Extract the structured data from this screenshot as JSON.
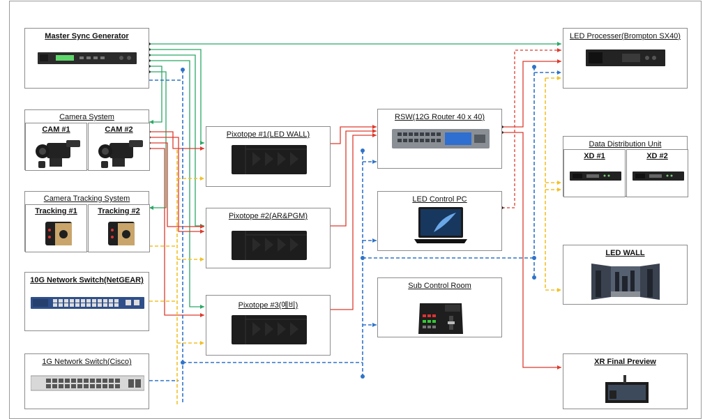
{
  "colors": {
    "green": "#2aa866",
    "red": "#dd3b2e",
    "blue": "#2f73c9",
    "yellow": "#f2c129",
    "box_border": "#8c8c8c"
  },
  "nodes": {
    "master_sync": "Master Sync Generator",
    "camera_system": "Camera System",
    "cam1": "CAM #1",
    "cam2": "CAM #2",
    "camera_tracking": "Camera Tracking System",
    "tracking1": "Tracking #1",
    "tracking2": "Tracking #2",
    "switch_10g": "10G Network Switch(NetGEAR)",
    "switch_1g": "1G Network Switch(Cisco)",
    "pixotope1": "Pixotope #1(LED WALL)",
    "pixotope2": "Pixotope #2(AR&PGM)",
    "pixotope3": "Pixotope #3(예비)",
    "rsw": "RSW(12G Router 40 x 40)",
    "led_control_pc": "LED Control PC",
    "sub_control_room": "Sub Control Room",
    "led_processor": "LED Processer(Brompton SX40)",
    "data_distribution": "Data Distribution Unit",
    "xd1": "XD #1",
    "xd2": "XD #2",
    "led_wall": "LED WALL",
    "xr_preview": "XR Final Preview"
  },
  "icons": {
    "sync": "rack-unit-icon",
    "camera": "broadcast-camera-icon",
    "tracker": "tracking-sensor-icon",
    "switch": "network-switch-icon",
    "server": "render-server-icon",
    "router": "video-router-icon",
    "laptop": "laptop-icon",
    "panel": "switcher-panel-icon",
    "processor": "led-processor-icon",
    "xd": "data-distribution-icon",
    "wall": "led-wall-icon",
    "monitor": "preview-monitor-icon"
  }
}
